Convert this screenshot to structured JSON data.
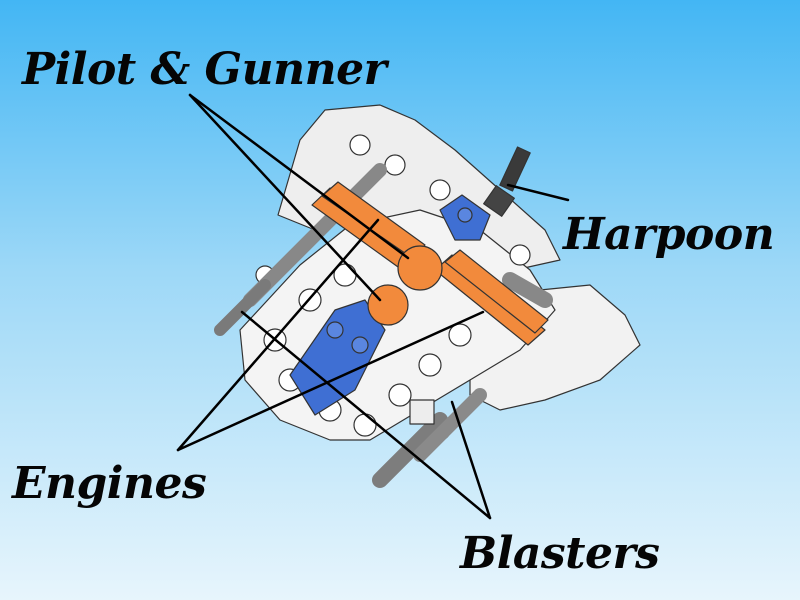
{
  "labels": {
    "pilot_gunner": "Pilot & Gunner",
    "harpoon": "Harpoon",
    "engines": "Engines",
    "blasters": "Blasters"
  },
  "colors": {
    "background_top": "#43b6f4",
    "background_bottom": "#e7f5fc",
    "hull": "#f1f1f1",
    "outline": "#333333",
    "orange": "#f28a3c",
    "blue": "#3f6fd3",
    "gray": "#8a8a8a",
    "dark": "#3a3a3a",
    "leader_line": "#000000"
  }
}
